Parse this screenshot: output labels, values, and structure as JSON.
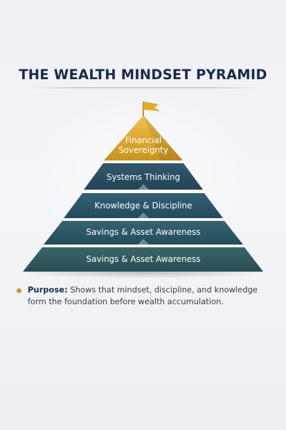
{
  "title": "THE WEALTH MINDSET PYRAMID",
  "pyramid": {
    "tiers": [
      {
        "label_lines": [
          "Financial",
          "Sovereignty"
        ],
        "color": "#d8a629"
      },
      {
        "label_lines": [
          "Systems Thinking"
        ],
        "color": "#2b4f66"
      },
      {
        "label_lines": [
          "Knowledge & Discipline"
        ],
        "color": "#2d566a"
      },
      {
        "label_lines": [
          "Savings & Asset Awareness"
        ],
        "color": "#2f5a67"
      },
      {
        "label_lines": [
          "Savings & Asset Awareness"
        ],
        "color": "#335d62"
      }
    ],
    "flag_color": "#e0aa2e"
  },
  "purpose": {
    "label": "Purpose:",
    "text": "Shows that mindset, discipline, and knowledge form the foundation before wealth accumulation.",
    "bullet_color": "#c99a2b"
  }
}
